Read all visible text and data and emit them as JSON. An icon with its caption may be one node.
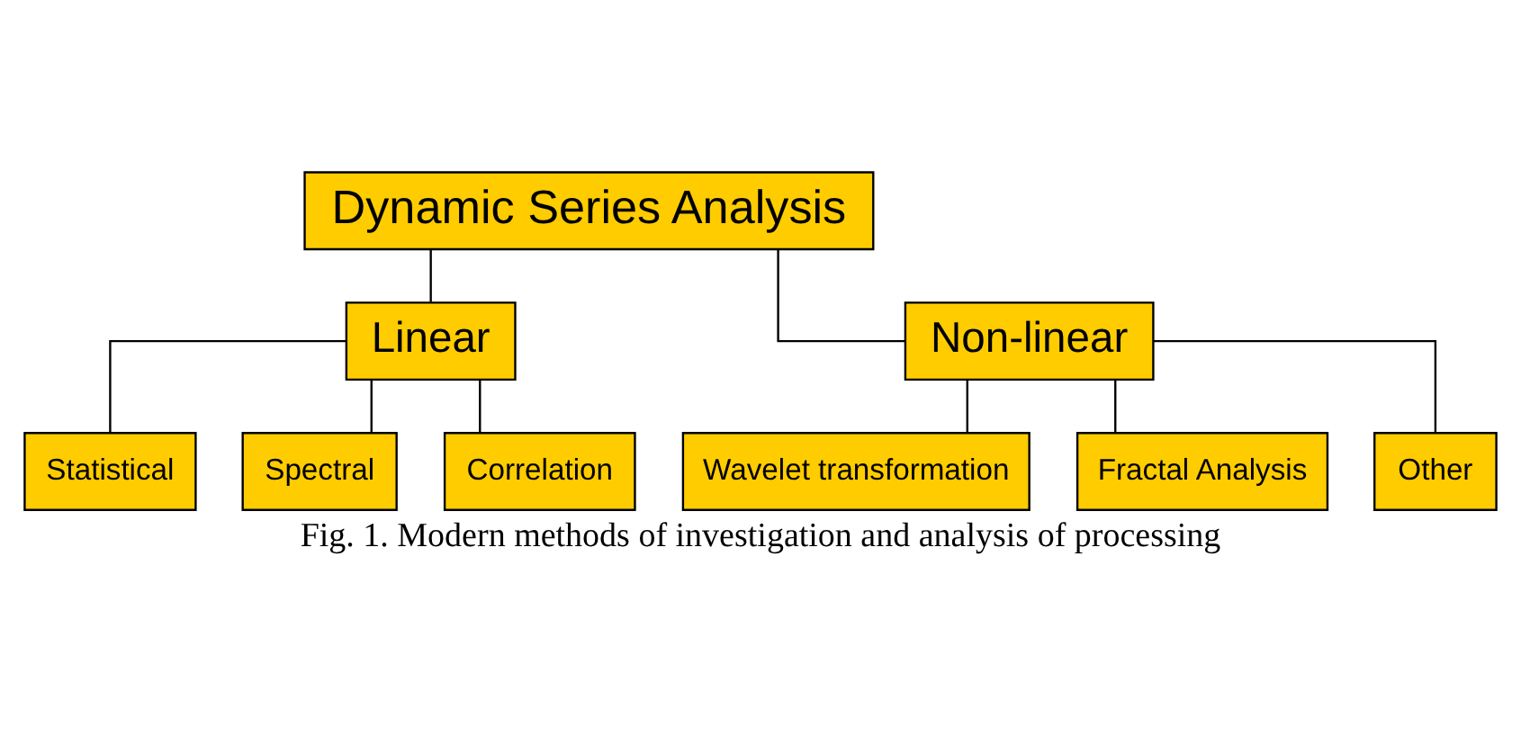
{
  "diagram": {
    "caption": "Fig. 1. Modern methods of investigation and analysis of processing",
    "nodes": [
      {
        "text": [
          "Dynamic Series Analysis"
        ]
      },
      {
        "text": [
          "Linear"
        ]
      },
      {
        "text": [
          "Non-linear"
        ]
      },
      {
        "text": [
          "Statistical"
        ]
      },
      {
        "text": [
          "Spectral"
        ]
      },
      {
        "text": [
          "Correlation"
        ]
      },
      {
        "text": [
          "Wavelet transformation"
        ]
      },
      {
        "text": [
          "Fractal Analysis"
        ]
      },
      {
        "text": [
          "Other"
        ]
      }
    ],
    "edges": [
      {
        "from": 0,
        "to": 1,
        "arrow": "none"
      },
      {
        "from": 0,
        "to": 2,
        "arrow": "none"
      },
      {
        "from": 1,
        "to": 3,
        "arrow": "none"
      },
      {
        "from": 1,
        "to": 4,
        "arrow": "none"
      },
      {
        "from": 1,
        "to": 5,
        "arrow": "none"
      },
      {
        "from": 2,
        "to": 6,
        "arrow": "none"
      },
      {
        "from": 2,
        "to": 7,
        "arrow": "none"
      },
      {
        "from": 2,
        "to": 8,
        "arrow": "none"
      }
    ]
  }
}
